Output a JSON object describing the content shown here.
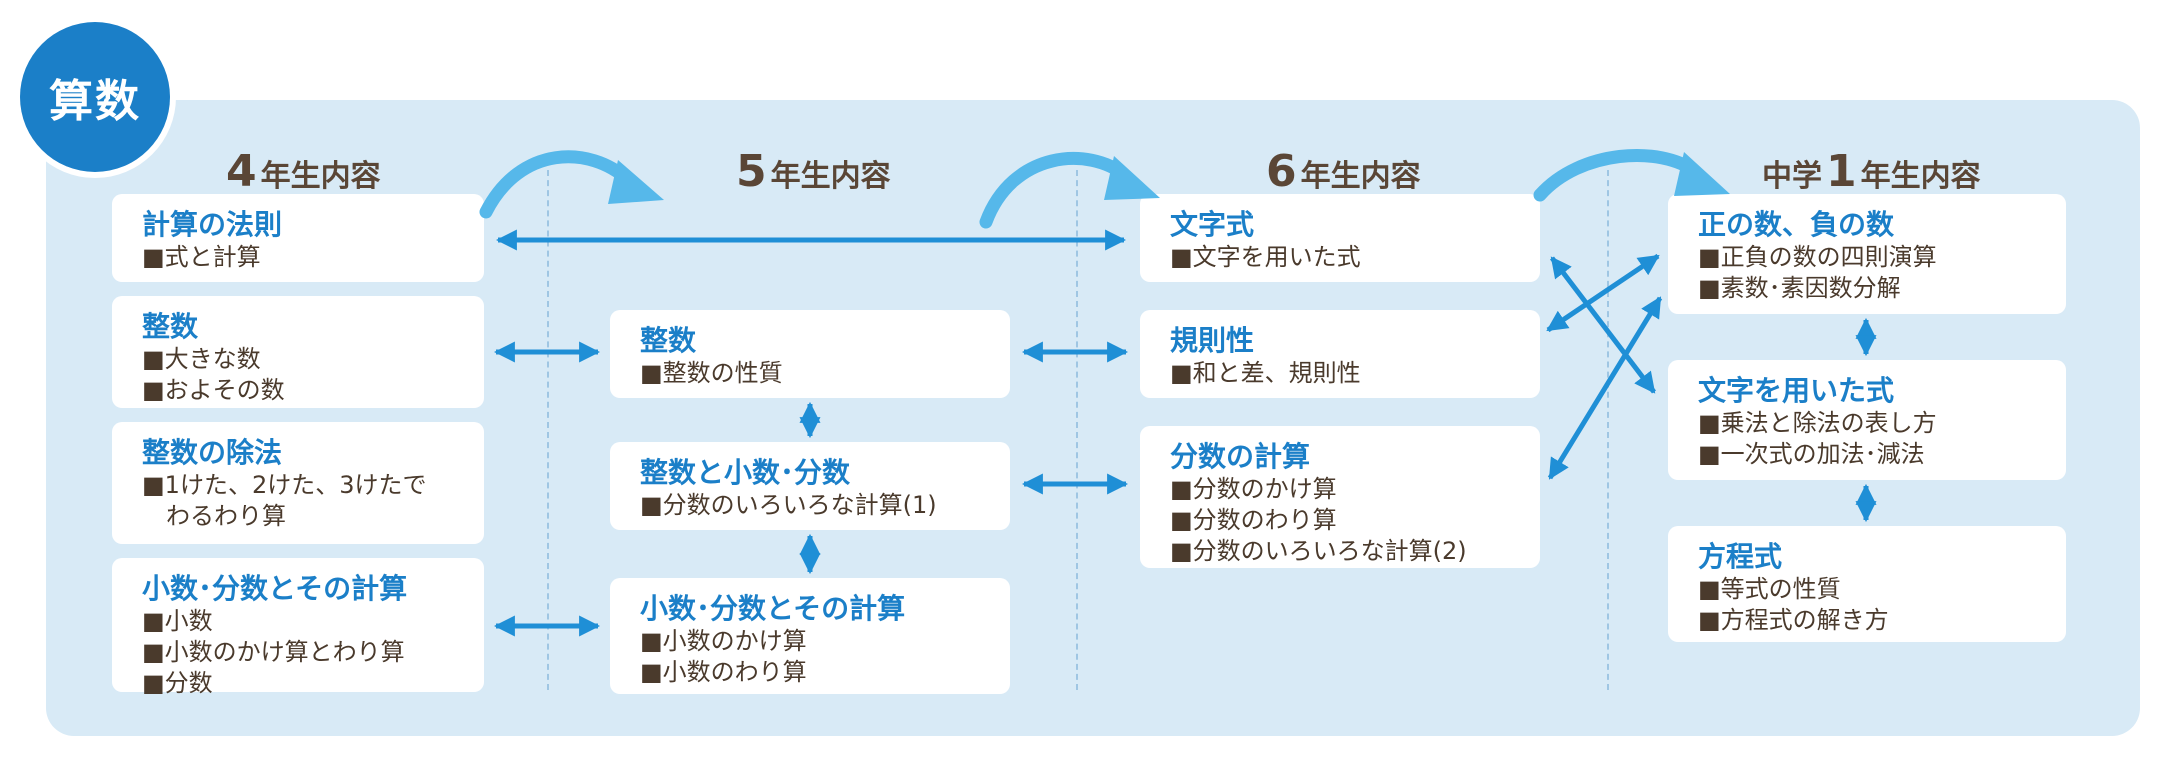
{
  "subject": "算数",
  "colors": {
    "accent": "#1b7fc8",
    "arrow": "#1f8fd6",
    "curve_arrow": "#56b8ea",
    "panel": "#d8eaf6",
    "text": "#4a3a2c"
  },
  "columns": [
    {
      "pre": "",
      "year": "4",
      "post": "年生内容"
    },
    {
      "pre": "",
      "year": "5",
      "post": "年生内容"
    },
    {
      "pre": "",
      "year": "6",
      "post": "年生内容"
    },
    {
      "pre": "中学",
      "year": "1",
      "post": "年生内容"
    }
  ],
  "boxes": {
    "g4_laws": {
      "title": "計算の法則",
      "items": [
        "■式と計算"
      ]
    },
    "g4_integers": {
      "title": "整数",
      "items": [
        "■大きな数",
        "■およその数"
      ]
    },
    "g4_division": {
      "title": "整数の除法",
      "items": [
        "■1けた、2けた、3けたで",
        "わるわり算"
      ]
    },
    "g4_decimals": {
      "title": "小数･分数とその計算",
      "items": [
        "■小数",
        "■小数のかけ算とわり算",
        "■分数"
      ]
    },
    "g5_integers": {
      "title": "整数",
      "items": [
        "■整数の性質"
      ]
    },
    "g5_int_dec_frac": {
      "title": "整数と小数･分数",
      "items": [
        "■分数のいろいろな計算(1)"
      ]
    },
    "g5_decimals": {
      "title": "小数･分数とその計算",
      "items": [
        "■小数のかけ算",
        "■小数のわり算"
      ]
    },
    "g6_letters": {
      "title": "文字式",
      "items": [
        "■文字を用いた式"
      ]
    },
    "g6_regularity": {
      "title": "規則性",
      "items": [
        "■和と差、規則性"
      ]
    },
    "g6_fractions": {
      "title": "分数の計算",
      "items": [
        "■分数のかけ算",
        "■分数のわり算",
        "■分数のいろいろな計算(2)"
      ]
    },
    "m1_signed": {
      "title": "正の数、負の数",
      "items": [
        "■正負の数の四則演算",
        "■素数･素因数分解"
      ]
    },
    "m1_expressions": {
      "title": "文字を用いた式",
      "items": [
        "■乗法と除法の表し方",
        "■一次式の加法･減法"
      ]
    },
    "m1_equations": {
      "title": "方程式",
      "items": [
        "■等式の性質",
        "■方程式の解き方"
      ]
    }
  }
}
